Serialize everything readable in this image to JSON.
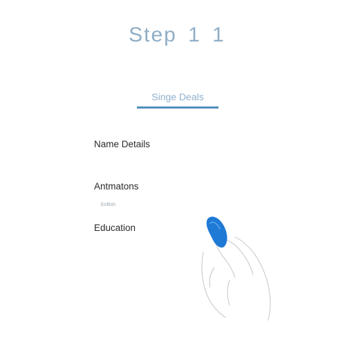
{
  "header": {
    "step_title": "Step 1  1"
  },
  "tabs": [
    {
      "label": "Singe Deals"
    }
  ],
  "form": {
    "fields": [
      {
        "label": "Name Details"
      },
      {
        "label": "Antmatons",
        "value": "Enflish"
      },
      {
        "label": "Education"
      }
    ]
  },
  "colors": {
    "title": "#90aec6",
    "tab_underline": "#4f8fba",
    "fingertip": "#1f7ad6"
  },
  "illustration": {
    "icon": "tapping-hand-icon"
  }
}
